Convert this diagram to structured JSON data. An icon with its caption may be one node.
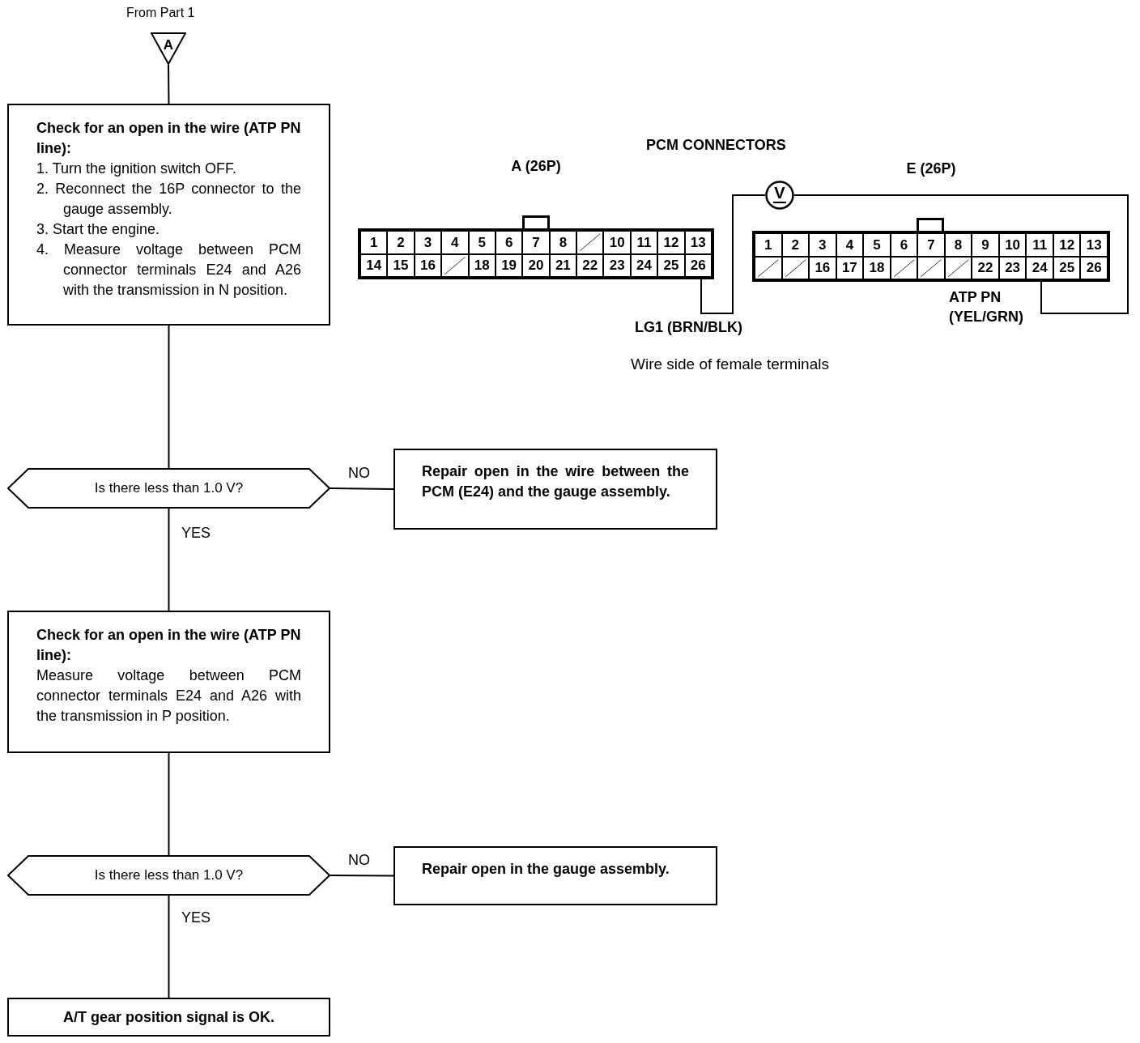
{
  "diagram": {
    "nodes": [
      {
        "text": [
          "A"
        ],
        "beside": [
          "From Part 1"
        ]
      },
      {
        "text": [
          "Check for an open in the wire (ATP PN line):",
          "1. Turn the ignition switch OFF.",
          "2. Reconnect the 16P connector to the gauge assembly.",
          "3. Start the engine.",
          "4. Measure voltage between PCM connector terminals E24 and A26 with the transmission in N position."
        ]
      },
      {
        "text": [
          "Is there less than 1.0 V?"
        ]
      },
      {
        "text": [
          "Repair open in the wire between the PCM (E24) and the gauge assembly."
        ]
      },
      {
        "text": [
          "Check for an open in the wire (ATP PN line):",
          "Measure voltage between PCM connector terminals E24 and A26 with the transmission in P position."
        ]
      },
      {
        "text": [
          "Is there less than 1.0 V?"
        ]
      },
      {
        "text": [
          "Repair open in the gauge assembly."
        ]
      },
      {
        "text": [
          "A/T gear position signal is OK."
        ]
      },
      {
        "text": [
          "A (26P)"
        ]
      },
      {
        "text": [
          "V"
        ]
      },
      {
        "text": [
          "E (26P)"
        ]
      }
    ],
    "edges": [
      {
        "from": 0,
        "to": 1,
        "arrow": "none"
      },
      {
        "from": 1,
        "to": 2,
        "arrow": "none"
      },
      {
        "from": 2,
        "to": 3,
        "arrow": "none",
        "label": "NO"
      },
      {
        "from": 2,
        "to": 4,
        "arrow": "none",
        "label": "YES"
      },
      {
        "from": 4,
        "to": 5,
        "arrow": "none"
      },
      {
        "from": 5,
        "to": 6,
        "arrow": "none",
        "label": "NO"
      },
      {
        "from": 5,
        "to": 7,
        "arrow": "none",
        "label": "YES"
      },
      {
        "from": 8,
        "to": 9,
        "arrow": "none",
        "label": "LG1 (BRN/BLK)"
      },
      {
        "from": 9,
        "to": 10,
        "arrow": "none",
        "label": "ATP PN (YEL/GRN)"
      }
    ],
    "labels": [
      "PCM CONNECTORS",
      "1",
      "2",
      "3",
      "4",
      "5",
      "6",
      "7",
      "8",
      "10",
      "11",
      "12",
      "13",
      "14",
      "15",
      "16",
      "18",
      "19",
      "20",
      "21",
      "22",
      "23",
      "24",
      "25",
      "26",
      "1",
      "2",
      "3",
      "4",
      "5",
      "6",
      "7",
      "8",
      "9",
      "10",
      "11",
      "12",
      "13",
      "16",
      "17",
      "18",
      "22",
      "23",
      "24",
      "25",
      "26",
      "Wire side of female terminals"
    ]
  }
}
